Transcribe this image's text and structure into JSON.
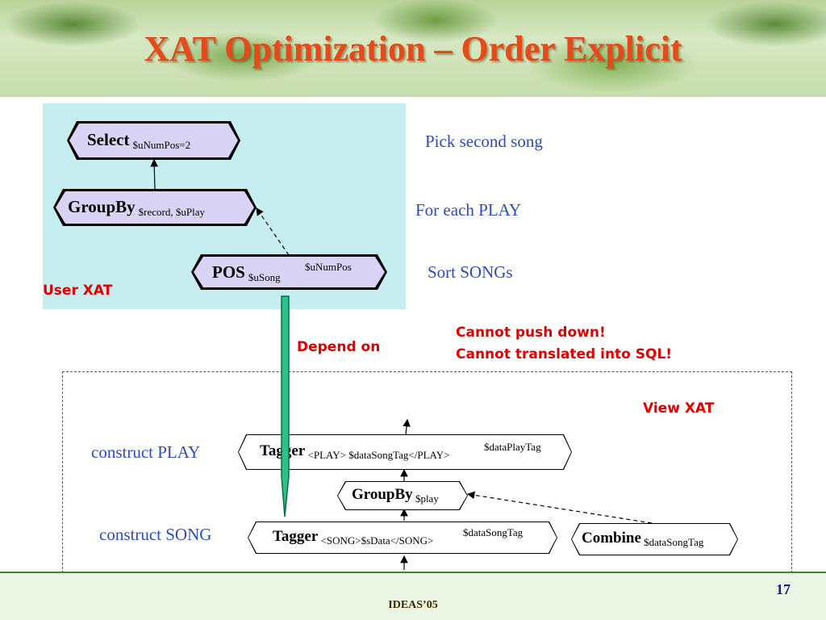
{
  "slide": {
    "title": "XAT Optimization – Order Explicit",
    "page_number": "17",
    "footer": "IDEAS’05"
  },
  "user_xat": {
    "label": "User XAT",
    "nodes": {
      "select": {
        "op": "Select",
        "sub": "$uNumPos=2"
      },
      "groupby": {
        "op": "GroupBy",
        "sub": "$record, $uPlay"
      },
      "pos": {
        "op": "POS",
        "sub": "$uSong",
        "sup": "$uNumPos"
      }
    },
    "annotations": {
      "select": "Pick second song",
      "groupby": "For each PLAY",
      "pos": "Sort SONGs"
    }
  },
  "view_xat": {
    "label": "View XAT",
    "nodes": {
      "tagger_play": {
        "op": "Tagger",
        "sub": "<PLAY> $dataSongTag</PLAY>",
        "sup": "$dataPlayTag"
      },
      "groupby": {
        "op": "GroupBy",
        "sub": "$play"
      },
      "tagger_song": {
        "op": "Tagger",
        "sub": "<SONG>$sData</SONG>",
        "sup": "$dataSongTag"
      },
      "combine": {
        "op": "Combine",
        "sub": "$dataSongTag"
      }
    },
    "annotations": {
      "tagger_play": "construct PLAY",
      "tagger_song": "construct SONG"
    }
  },
  "notes": {
    "depend_on": "Depend on",
    "cannot_push": "Cannot push down!",
    "cannot_translate": "Cannot translated into SQL!"
  },
  "colors": {
    "title": "#e64a1a",
    "annotation_blue": "#2b4cc0",
    "note_red": "#e00000",
    "panel_cyan": "#c6eef0",
    "node_lavender": "#d9d4f6",
    "arrow_green": "#2ec08a"
  }
}
